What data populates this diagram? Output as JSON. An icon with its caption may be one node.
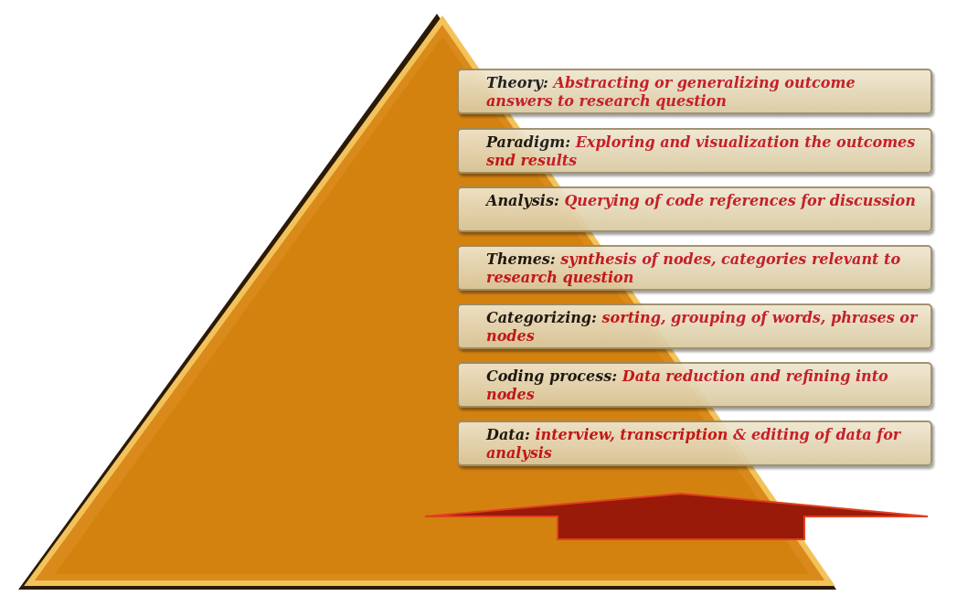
{
  "diagram": {
    "nodes": [
      {
        "text": [
          "Theory:",
          "Abstracting or generalizing outcome answers to research question"
        ]
      },
      {
        "text": [
          "Paradigm:",
          "Exploring and visualization the outcomes snd results"
        ]
      },
      {
        "text": [
          "Analysis:",
          "Querying of code references for discussion"
        ]
      },
      {
        "text": [
          "Themes:",
          "synthesis of nodes, categories relevant to research question"
        ]
      },
      {
        "text": [
          "Categorizing:",
          "sorting, grouping of words, phrases or nodes"
        ]
      },
      {
        "text": [
          "Coding process:",
          "Data reduction and refining into nodes"
        ]
      },
      {
        "text": [
          "Data:",
          "interview, transcription & editing of data for analysis"
        ]
      }
    ],
    "edges": []
  }
}
